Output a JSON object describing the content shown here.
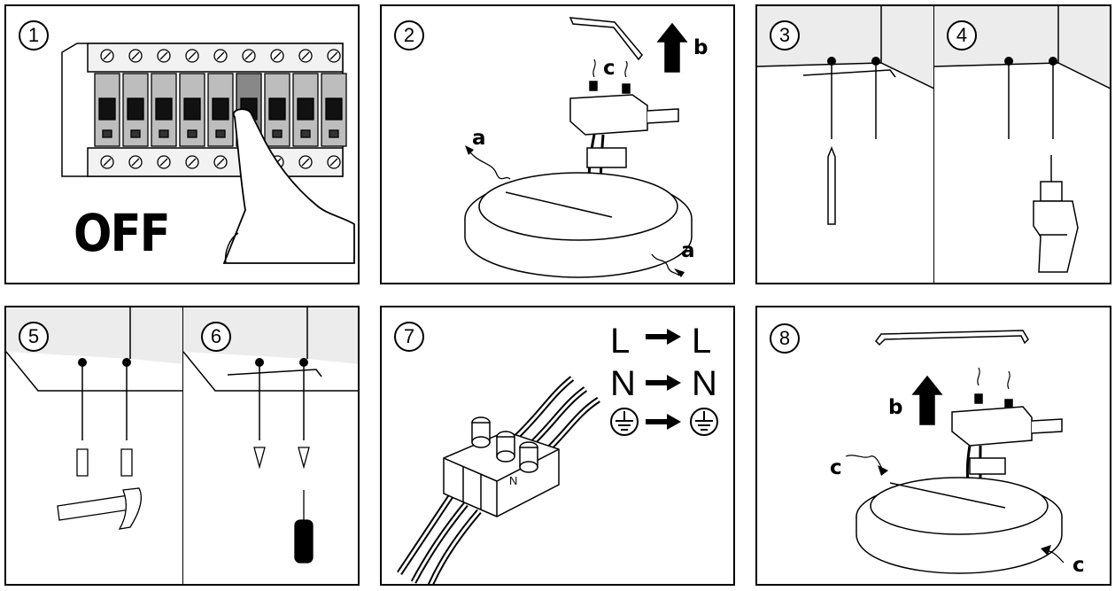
{
  "steps": [
    {
      "number": "1"
    },
    {
      "number": "2",
      "labels": [
        "a",
        "a",
        "b",
        "c"
      ]
    },
    {
      "number": "3"
    },
    {
      "number": "4"
    },
    {
      "number": "5"
    },
    {
      "number": "6"
    },
    {
      "number": "7",
      "connections": [
        {
          "from": "L",
          "to": "L"
        },
        {
          "from": "N",
          "to": "N"
        },
        {
          "from": "earth-symbol",
          "to": "earth-symbol"
        }
      ],
      "terminal_label": "N"
    },
    {
      "number": "8",
      "labels": [
        "b",
        "c",
        "c"
      ]
    }
  ],
  "breaker_state_text": "OFF"
}
